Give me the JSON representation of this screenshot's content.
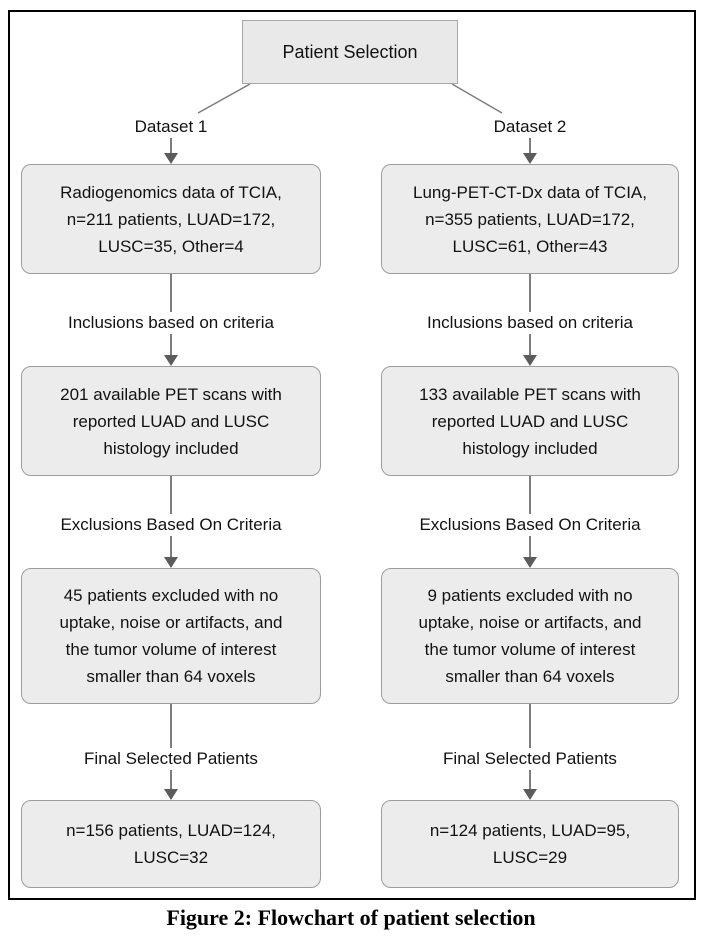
{
  "header_box": "Patient Selection",
  "caption": "Figure 2: Flowchart of patient selection",
  "colors": {
    "box_fill": "#ececec",
    "box_border": "#9c9c9c",
    "line_gray": "#7d7d7d",
    "arrowhead_gray": "#5c5c5c",
    "frame_border": "#000000"
  },
  "columns": [
    {
      "dataset_label": "Dataset 1",
      "source_box_lines": [
        "Radiogenomics data of TCIA,",
        "n=211 patients, LUAD=172,",
        "LUSC=35, Other=4"
      ],
      "inclusion_label": "Inclusions based on criteria",
      "included_box_lines": [
        "201 available PET scans with",
        "reported LUAD and LUSC",
        "histology included"
      ],
      "exclusion_label": "Exclusions Based On Criteria",
      "excluded_box_lines": [
        "45 patients excluded with no",
        "uptake, noise or artifacts, and",
        "the tumor volume of interest",
        "smaller than 64 voxels"
      ],
      "final_label": "Final Selected Patients",
      "final_box_lines": [
        "n=156 patients, LUAD=124,",
        "LUSC=32"
      ]
    },
    {
      "dataset_label": "Dataset 2",
      "source_box_lines": [
        "Lung-PET-CT-Dx data of TCIA,",
        "n=355 patients, LUAD=172,",
        "LUSC=61, Other=43"
      ],
      "inclusion_label": "Inclusions based on criteria",
      "included_box_lines": [
        "133 available PET scans with",
        "reported LUAD and LUSC",
        "histology included"
      ],
      "exclusion_label": "Exclusions Based On Criteria",
      "excluded_box_lines": [
        "9 patients excluded with no",
        "uptake, noise or artifacts, and",
        "the tumor volume of interest",
        "smaller than 64 voxels"
      ],
      "final_label": "Final Selected Patients",
      "final_box_lines": [
        "n=124 patients, LUAD=95,",
        "LUSC=29"
      ]
    }
  ]
}
